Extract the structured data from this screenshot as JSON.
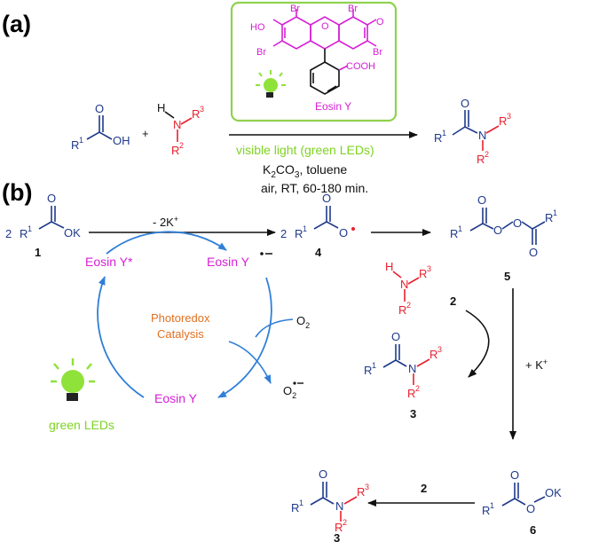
{
  "panel_a": {
    "label": "(a)",
    "catalyst_name": "Eosin Y",
    "catalyst_atoms": {
      "br1": "Br",
      "br2": "Br",
      "br3": "Br",
      "br4": "Br",
      "ho": "HO",
      "o_ring": "O",
      "o_keto": "O",
      "cooh": "COOH"
    },
    "acid": {
      "o": "O",
      "oh": "OH",
      "r": "R",
      "r_sup": "1"
    },
    "plus": "+",
    "amine": {
      "h": "H",
      "n": "N",
      "r3": "R",
      "r3_sup": "3",
      "r2": "R",
      "r2_sup": "2"
    },
    "conditions": {
      "light": "visible light (green LEDs)",
      "base": "K",
      "base_sub": "2",
      "base_rest": "CO",
      "base_sub2": "3",
      "solvent": ", toluene",
      "misc": "air, RT, 60-180 min."
    },
    "product": {
      "o": "O",
      "r1": "R",
      "r1_sup": "1",
      "n": "N",
      "r3": "R",
      "r3_sup": "3",
      "r2": "R",
      "r2_sup": "2"
    }
  },
  "panel_b": {
    "label": "(b)",
    "arrow_top_label": "- 2K",
    "arrow_top_sup": "+",
    "compound1": {
      "coef": "2",
      "r": "R",
      "r_sup": "1",
      "o": "O",
      "ok": "OK",
      "num": "1"
    },
    "compound4": {
      "coef": "2",
      "r": "R",
      "r_sup": "1",
      "o": "O",
      "o2": "O",
      "num": "4"
    },
    "compound5": {
      "r": "R",
      "r_sup": "1",
      "o": "O",
      "num": "5"
    },
    "cycle": {
      "eosin_star": "Eosin Y*",
      "eosin_rad": "Eosin Y",
      "eosin": "Eosin Y",
      "center": [
        "Photoredox",
        "Catalysis"
      ],
      "o2": "O",
      "o2_sub": "2",
      "superoxide": "O",
      "superoxide_sub": "2"
    },
    "green_leds": "green LEDs",
    "amine2": {
      "h": "H",
      "n": "N",
      "r3": "R",
      "r3_sup": "3",
      "r2": "R",
      "r2_sup": "2",
      "num": "2"
    },
    "plus_k": "+ K",
    "plus_k_sup": "+",
    "product3a": {
      "o": "O",
      "r1": "R",
      "r1_sup": "1",
      "n": "N",
      "r3": "R",
      "r3_sup": "3",
      "r2": "R",
      "r2_sup": "2",
      "num": "3"
    },
    "compound6": {
      "r": "R",
      "r_sup": "1",
      "o": "O",
      "ok": "OK",
      "num": "6"
    },
    "arrow_bottom_label": "2",
    "product3b": {
      "o": "O",
      "r1": "R",
      "r1_sup": "1",
      "n": "N",
      "r3": "R",
      "r3_sup": "3",
      "r2": "R",
      "r2_sup": "2",
      "num": "3"
    }
  }
}
